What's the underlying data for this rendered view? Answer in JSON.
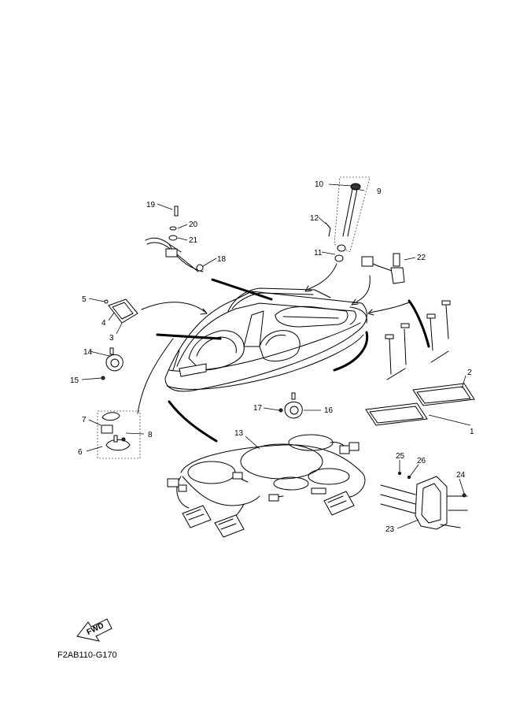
{
  "drawing_code": "F2AB110-G170",
  "fwd_label": "FWD",
  "callouts": {
    "c1": "1",
    "c2": "2",
    "c3": "3",
    "c4": "4",
    "c5": "5",
    "c6": "6",
    "c7": "7",
    "c8": "8",
    "c9": "9",
    "c10": "10",
    "c11": "11",
    "c12": "12",
    "c13": "13",
    "c14": "14",
    "c15": "15",
    "c16": "16",
    "c17": "17",
    "c18": "18",
    "c19": "19",
    "c20": "20",
    "c21": "21",
    "c22": "22",
    "c23": "23",
    "c24": "24",
    "c25": "25",
    "c26": "26"
  }
}
